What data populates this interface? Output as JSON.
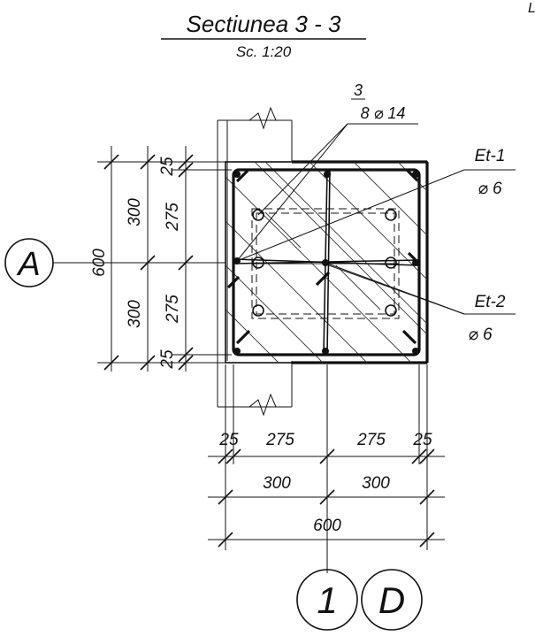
{
  "title": "Sectiunea 3 - 3",
  "scale": "Sc. 1:20",
  "bars": {
    "mark": "3",
    "spec": "8 ⌀ 14"
  },
  "stirrup1": {
    "mark": "Et-1",
    "spec": "⌀ 6"
  },
  "stirrup2": {
    "mark": "Et-2",
    "spec": "⌀ 6"
  },
  "axes": {
    "row": "A",
    "col1": "1",
    "col2": "D"
  },
  "dims_left": {
    "top_cover": "25",
    "top_half": "300",
    "top_inner": "275",
    "total": "600",
    "bottom_half": "300",
    "bottom_inner": "275",
    "bottom_cover": "25"
  },
  "dims_bottom": {
    "c1": "25",
    "i1": "275",
    "i2": "275",
    "c2": "25",
    "h1": "300",
    "h2": "300",
    "total": "600"
  }
}
